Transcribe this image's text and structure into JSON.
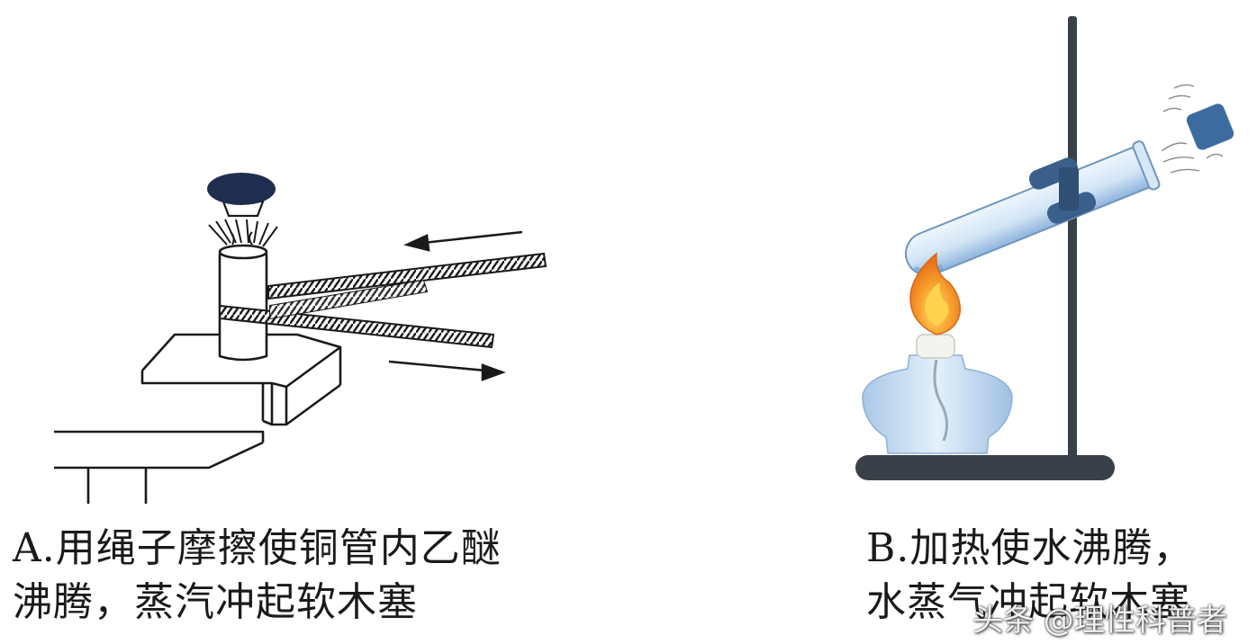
{
  "captions": {
    "a_line1": "A.用绳子摩擦使铜管内乙醚",
    "a_line2": "沸腾，蒸汽冲起软木塞",
    "b_line1": "B.加热使水沸腾，",
    "b_line2": "水蒸气冲起软木塞"
  },
  "watermark": "头条 @理性科普者",
  "colors": {
    "line": "#1a1a1a",
    "stopper": "#1f2d4e",
    "clamp": "#3a5f8a",
    "stand": "#3b4048",
    "glass": "#bcd6ee",
    "flame_outer": "#f08a24",
    "flame_inner": "#ffd34d"
  }
}
